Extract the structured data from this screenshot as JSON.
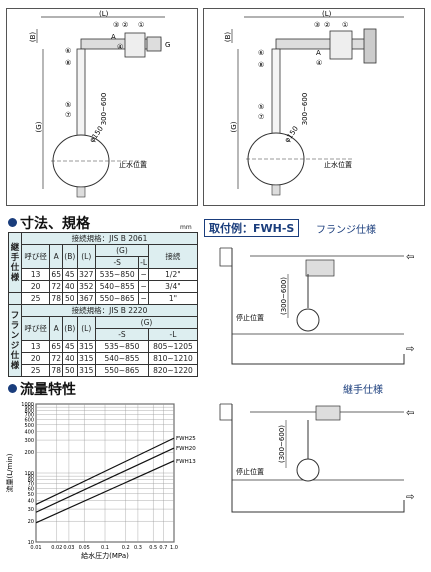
{
  "drawings": {
    "labels": {
      "L": "(L)",
      "B": "(B)",
      "G": "(G)",
      "dim_range": "300~600",
      "float_dia": "φ150",
      "stop_level": "止水位置",
      "callout_A": "A",
      "callout_G": "G",
      "n1": "①",
      "n2": "②",
      "n3": "③",
      "n4": "④",
      "n5": "⑤",
      "n6": "⑥",
      "n7": "⑦",
      "n8": "⑧"
    }
  },
  "spec": {
    "title": "寸法、規格",
    "unit": "mm",
    "threaded": {
      "side_label": "継手仕様",
      "standard": "接続規格：JIS B 2061",
      "headers": [
        "呼び径",
        "A",
        "(B)",
        "(L)",
        "-S",
        "-L",
        "接続"
      ],
      "g_header": "(G)",
      "rows": [
        [
          "13",
          "65",
          "45",
          "327",
          "535~850",
          "−",
          "1/2\""
        ],
        [
          "20",
          "72",
          "40",
          "352",
          "540~855",
          "−",
          "3/4\""
        ],
        [
          "25",
          "78",
          "50",
          "367",
          "550~865",
          "−",
          "1\""
        ]
      ]
    },
    "flanged": {
      "side_label": "フランジ仕様",
      "standard": "接続規格：JIS B 2220",
      "headers": [
        "呼び径",
        "A",
        "(B)",
        "(L)",
        "-S",
        "-L"
      ],
      "g_header": "(G)",
      "rows": [
        [
          "13",
          "65",
          "45",
          "315",
          "535~850",
          "805~1205"
        ],
        [
          "20",
          "72",
          "40",
          "315",
          "540~855",
          "810~1210"
        ],
        [
          "25",
          "78",
          "50",
          "315",
          "550~865",
          "820~1220"
        ]
      ]
    }
  },
  "example": {
    "label": "取付例：FWH-S",
    "flange_title": "フランジ仕様",
    "thread_title": "継手仕様",
    "stop_level": "停止位置",
    "dim_range": "(300~600)"
  },
  "flow": {
    "title": "流量特性",
    "ylabel": "流量(L/min)",
    "xlabel": "給水圧力(MPa)"
  },
  "chart_data": {
    "type": "line",
    "title": "流量特性",
    "xlabel": "給水圧力(MPa)",
    "ylabel": "流量(L/min)",
    "xscale": "log",
    "yscale": "log",
    "xlim": [
      0.01,
      1.0
    ],
    "ylim": [
      10,
      1000
    ],
    "x_ticks": [
      "0.01",
      "0.02",
      "0.03",
      "0.05",
      "0.1",
      "0.2",
      "0.3",
      "0.5",
      "0.7",
      "1.0"
    ],
    "y_ticks": [
      "10",
      "20",
      "30",
      "40",
      "50",
      "60",
      "70",
      "80",
      "90",
      "100",
      "200",
      "300",
      "400",
      "500",
      "600",
      "700",
      "800",
      "900",
      "1000"
    ],
    "grid": true,
    "series": [
      {
        "name": "FWH25",
        "x": [
          0.01,
          1.0
        ],
        "y": [
          35,
          320
        ]
      },
      {
        "name": "FWH20",
        "x": [
          0.01,
          1.0
        ],
        "y": [
          27,
          230
        ]
      },
      {
        "name": "FWH13",
        "x": [
          0.01,
          1.0
        ],
        "y": [
          19,
          150
        ]
      }
    ]
  }
}
